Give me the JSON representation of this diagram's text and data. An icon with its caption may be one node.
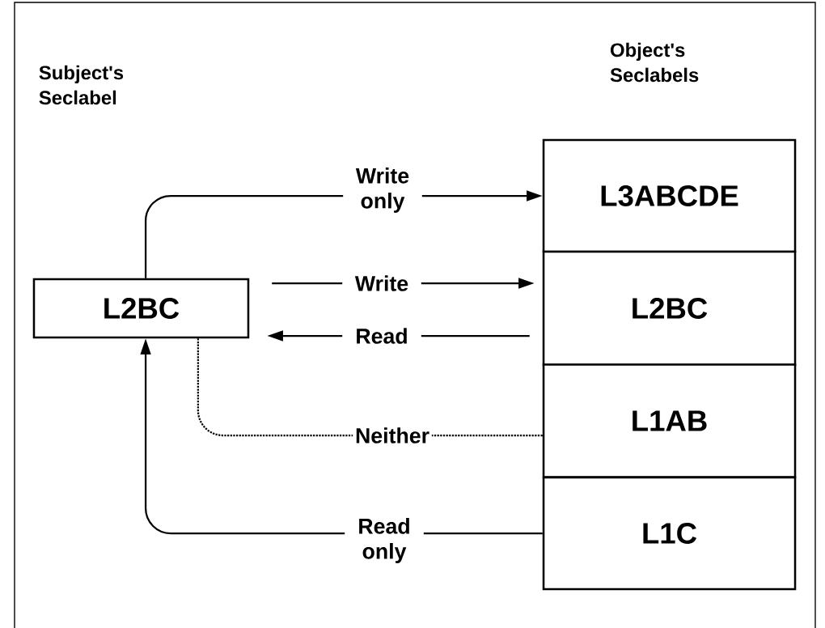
{
  "diagram": {
    "nodes": [
      {
        "text": [
          "L2BC"
        ]
      },
      {
        "text": [
          "L3ABCDE"
        ]
      },
      {
        "text": [
          "L2BC"
        ]
      },
      {
        "text": [
          "L1AB"
        ]
      },
      {
        "text": [
          "L1C"
        ]
      }
    ],
    "edges": [
      {
        "from": 0,
        "to": 1,
        "arrow": "to",
        "label": "Write only"
      },
      {
        "from": 0,
        "to": 2,
        "arrow": "to",
        "label": "Write"
      },
      {
        "from": 2,
        "to": 0,
        "arrow": "to",
        "label": "Read"
      },
      {
        "from": 0,
        "to": 3,
        "arrow": "none",
        "label": "Neither",
        "style": "dashed"
      },
      {
        "from": 4,
        "to": 0,
        "arrow": "to",
        "label": "Read only"
      }
    ],
    "labels": [
      "Subject's Seclabel",
      "Object's Seclabels"
    ]
  }
}
